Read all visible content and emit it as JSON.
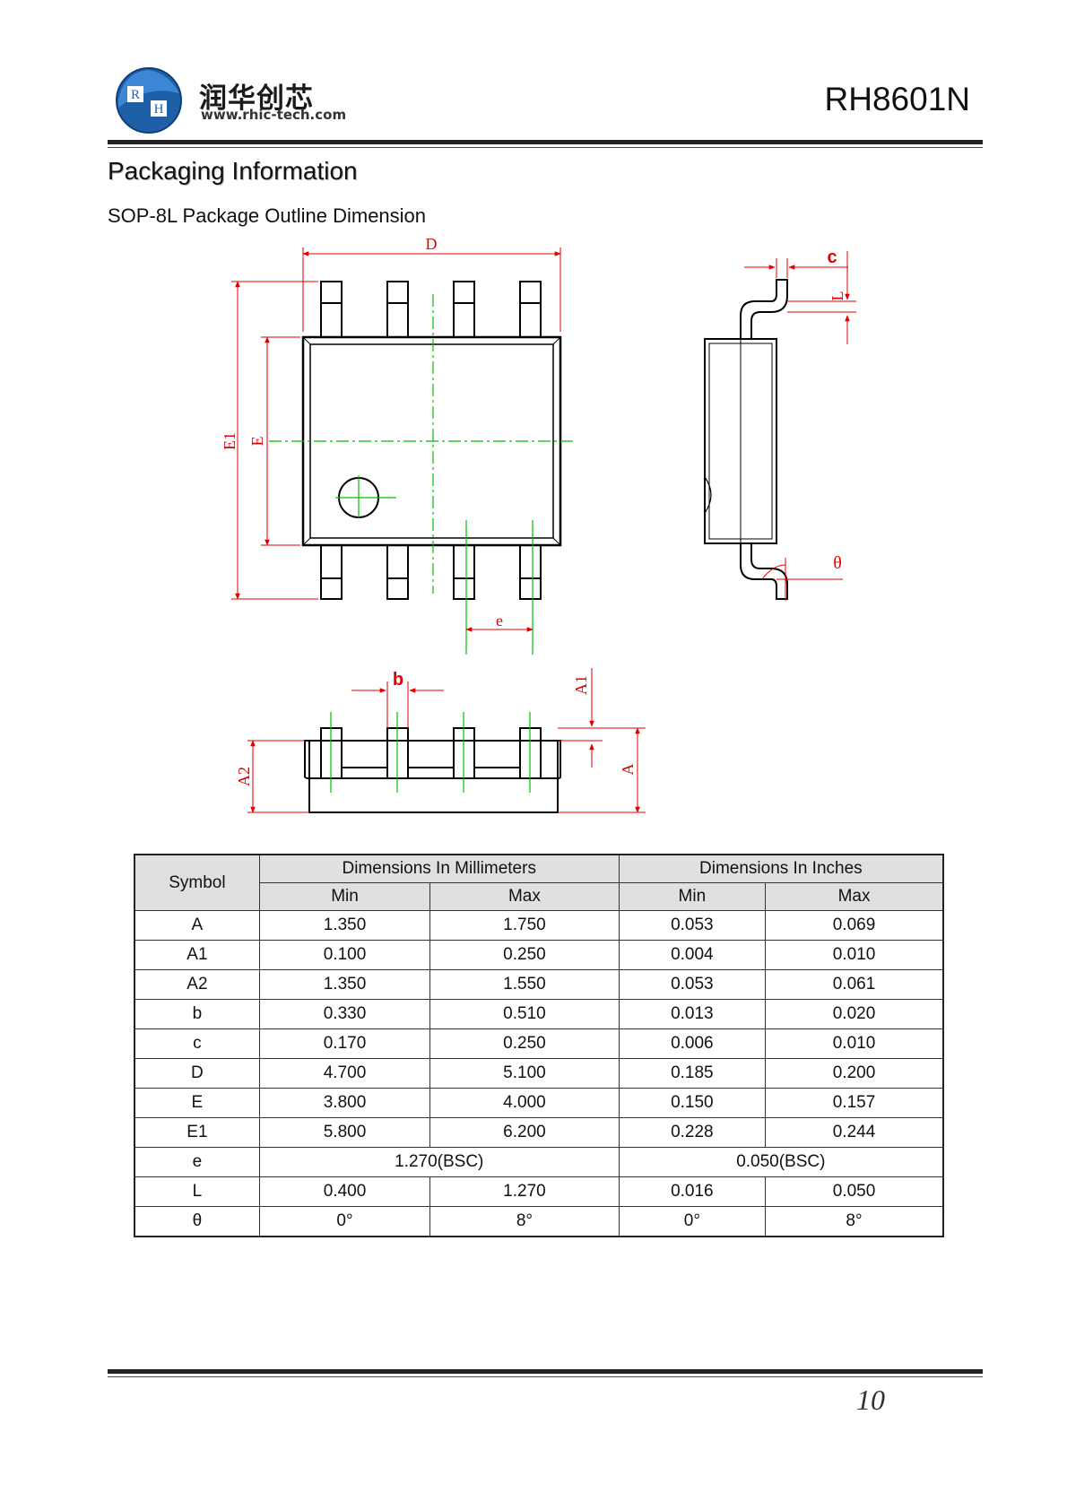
{
  "header": {
    "brand_cn": "润华创芯",
    "brand_url": "www.rhic-tech.com",
    "logo_letters": [
      "R",
      "H"
    ],
    "part_number": "RH8601N"
  },
  "section": {
    "title": "Packaging Information",
    "subtitle": "SOP-8L Package Outline Dimension"
  },
  "drawing": {
    "labels": {
      "D": "D",
      "E": "E",
      "E1": "E1",
      "e": "e",
      "b": "b",
      "c": "c",
      "L": "L",
      "theta": "θ",
      "A": "A",
      "A1": "A1",
      "A2": "A2"
    },
    "colors": {
      "outline": "#000000",
      "centerline": "#00c000",
      "dimension": "#e00000"
    }
  },
  "table": {
    "symbol_header": "Symbol",
    "mm_header": "Dimensions In Millimeters",
    "inch_header": "Dimensions In Inches",
    "min_label": "Min",
    "max_label": "Max",
    "rows": [
      {
        "symbol": "A",
        "mm_min": "1.350",
        "mm_max": "1.750",
        "in_min": "0.053",
        "in_max": "0.069"
      },
      {
        "symbol": "A1",
        "mm_min": "0.100",
        "mm_max": "0.250",
        "in_min": "0.004",
        "in_max": "0.010"
      },
      {
        "symbol": "A2",
        "mm_min": "1.350",
        "mm_max": "1.550",
        "in_min": "0.053",
        "in_max": "0.061"
      },
      {
        "symbol": "b",
        "mm_min": "0.330",
        "mm_max": "0.510",
        "in_min": "0.013",
        "in_max": "0.020"
      },
      {
        "symbol": "c",
        "mm_min": "0.170",
        "mm_max": "0.250",
        "in_min": "0.006",
        "in_max": "0.010"
      },
      {
        "symbol": "D",
        "mm_min": "4.700",
        "mm_max": "5.100",
        "in_min": "0.185",
        "in_max": "0.200"
      },
      {
        "symbol": "E",
        "mm_min": "3.800",
        "mm_max": "4.000",
        "in_min": "0.150",
        "in_max": "0.157"
      },
      {
        "symbol": "E1",
        "mm_min": "5.800",
        "mm_max": "6.200",
        "in_min": "0.228",
        "in_max": "0.244"
      },
      {
        "symbol": "L",
        "mm_min": "0.400",
        "mm_max": "1.270",
        "in_min": "0.016",
        "in_max": "0.050"
      },
      {
        "symbol": "θ",
        "mm_min": "0°",
        "mm_max": "8°",
        "in_min": "0°",
        "in_max": "8°"
      }
    ],
    "bsc_row": {
      "symbol": "e",
      "mm": "1.270(BSC)",
      "in": "0.050(BSC)"
    }
  },
  "footer": {
    "page_number": "10"
  }
}
